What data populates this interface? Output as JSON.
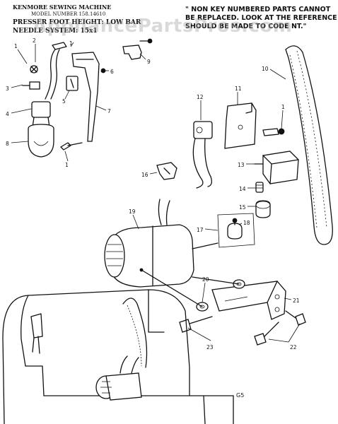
{
  "header": {
    "brand": "KENMORE SEWING MACHINE",
    "model_line": "MODEL NUMBER 158.14610",
    "subline1": "PRESSER FOOT HEIGHT: LOW BAR",
    "subline2": "NEEDLE SYSTEM: 15x1"
  },
  "note": {
    "line1": "\" NON KEY NUMBERED PARTS CANNOT",
    "line2": "BE REPLACED. LOOK AT THE REFERENCE",
    "line3": "SHOULD BE MADE TO CODE NT.\""
  },
  "watermark": "AppliancePartsPros.com",
  "page_code": "G5",
  "callouts": [
    "1",
    "2",
    "1",
    "3",
    "4",
    "5",
    "6",
    "7",
    "8",
    "1",
    "9",
    "10",
    "11",
    "1",
    "12",
    "13",
    "14",
    "15",
    "16",
    "17",
    "18",
    "19",
    "20",
    "21",
    "22",
    "23"
  ]
}
